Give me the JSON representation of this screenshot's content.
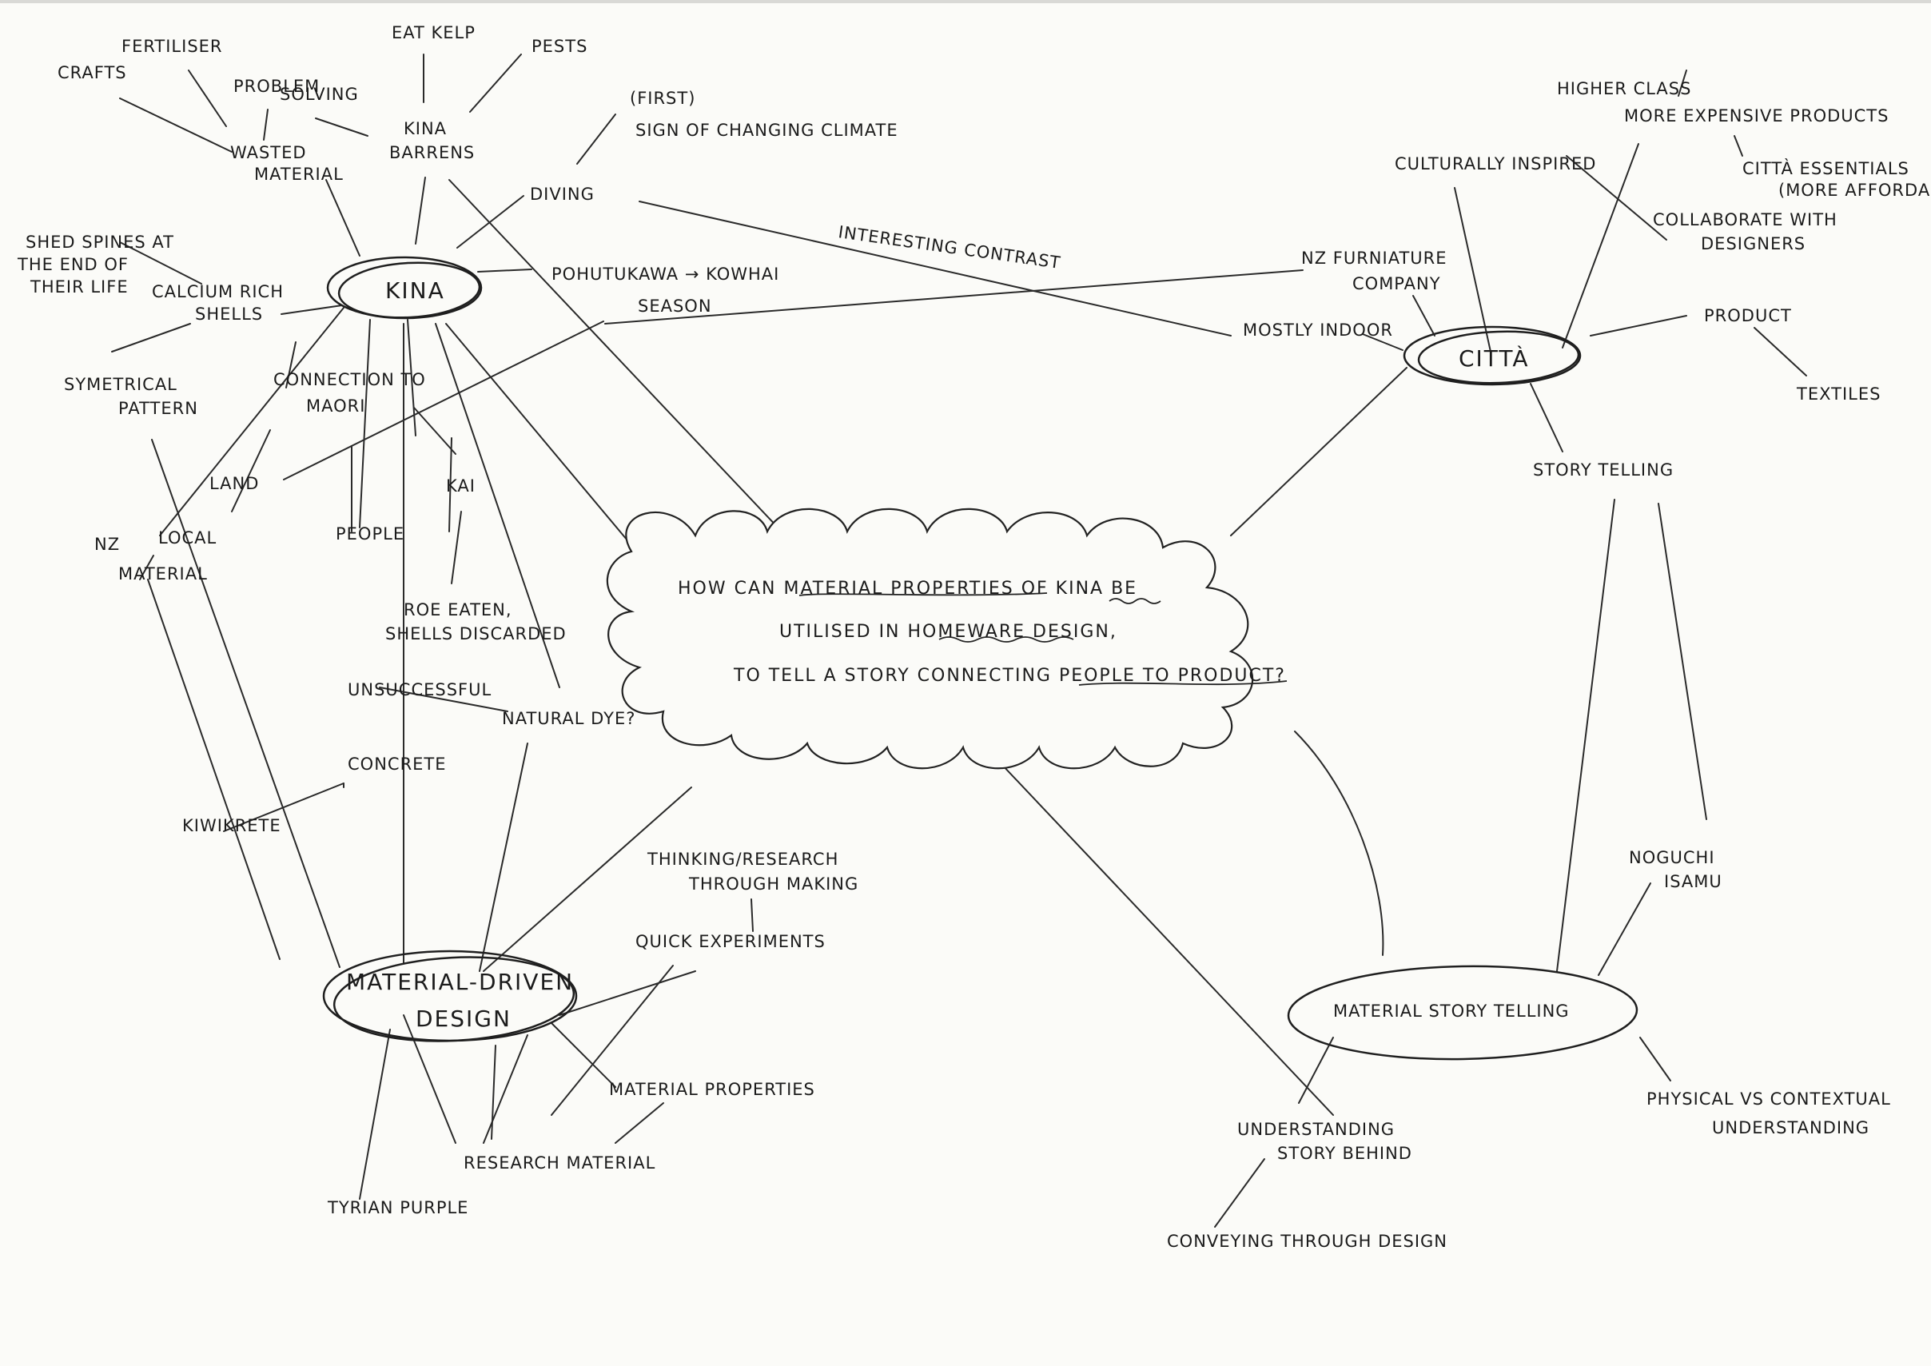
{
  "central_question": {
    "line1": "HOW CAN MATERIAL PROPERTIES OF KINA BE",
    "line2": "UTILISED IN HOMEWARE DESIGN,",
    "line3": "TO TELL A STORY CONNECTING PEOPLE TO PRODUCT?"
  },
  "hubs": {
    "kina": "KINA",
    "citta": "CITTÀ",
    "material_driven": [
      "MATERIAL-DRIVEN",
      "DESIGN"
    ],
    "material_storytelling": "MATERIAL STORY TELLING"
  },
  "kina_branch": {
    "crafts": "CRAFTS",
    "fertiliser": "FERTILISER",
    "problem_solving": [
      "PROBLEM",
      "SOLVING"
    ],
    "eat_kelp": "EAT KELP",
    "pests": "PESTS",
    "kina_barrens": [
      "KINA",
      "BARRENS"
    ],
    "wasted_material": [
      "WASTED",
      "MATERIAL"
    ],
    "first_sign": [
      "(FIRST)",
      "SIGN OF CHANGING CLIMATE"
    ],
    "diving": "DIVING",
    "interesting_contrast": "INTERESTING CONTRAST",
    "shed_spines": [
      "SHED SPINES AT",
      "THE END OF",
      "THEIR LIFE"
    ],
    "calcium_shells": [
      "CALCIUM RICH",
      "SHELLS"
    ],
    "pohutukawa": "POHUTUKAWA → KOWHAI",
    "season": "SEASON",
    "symmetrical": [
      "SYMETRICAL",
      "PATTERN"
    ],
    "connection": [
      "CONNECTION TO",
      "MAORI"
    ],
    "land": "LAND",
    "kai": "KAI",
    "people": "PEOPLE",
    "nz_local": [
      "NZ",
      "LOCAL",
      "MATERIAL"
    ],
    "roe_eaten": [
      "ROE EATEN,",
      "SHELLS DISCARDED"
    ],
    "unsuccessful": "UNSUCCESSFUL",
    "natural_dye": "NATURAL DYE?",
    "concrete": "CONCRETE",
    "kiwikrete": "KIWIKRETE"
  },
  "citta_branch": {
    "higher_class": "HIGHER CLASS",
    "more_expensive": "MORE EXPENSIVE PRODUCTS",
    "culturally_inspired": "CULTURALLY INSPIRED",
    "citta_essentials": [
      "CITTÀ ESSENTIALS",
      "(MORE AFFORDABLE"
    ],
    "collaborate": [
      "COLLABORATE WITH",
      "DESIGNERS"
    ],
    "nz_furniture": [
      "NZ FURNIATURE",
      "COMPANY"
    ],
    "mostly_indoor": "MOSTLY INDOOR",
    "product": "PRODUCT",
    "textiles": "TEXTILES",
    "story_telling": "STORY TELLING"
  },
  "design_branch": {
    "thinking_research": [
      "THINKING/RESEARCH",
      "THROUGH MAKING"
    ],
    "quick_experiments": "QUICK EXPERIMENTS",
    "material_properties": "MATERIAL PROPERTIES",
    "research_material": "RESEARCH MATERIAL",
    "tyrian_purple": "TYRIAN PURPLE"
  },
  "story_branch": {
    "noguchi": [
      "NOGUCHI",
      "ISAMU"
    ],
    "physical_contextual": [
      "PHYSICAL VS CONTEXTUAL",
      "UNDERSTANDING"
    ],
    "understanding_story": [
      "UNDERSTANDING",
      "STORY BEHIND"
    ],
    "conveying": "CONVEYING THROUGH DESIGN"
  }
}
